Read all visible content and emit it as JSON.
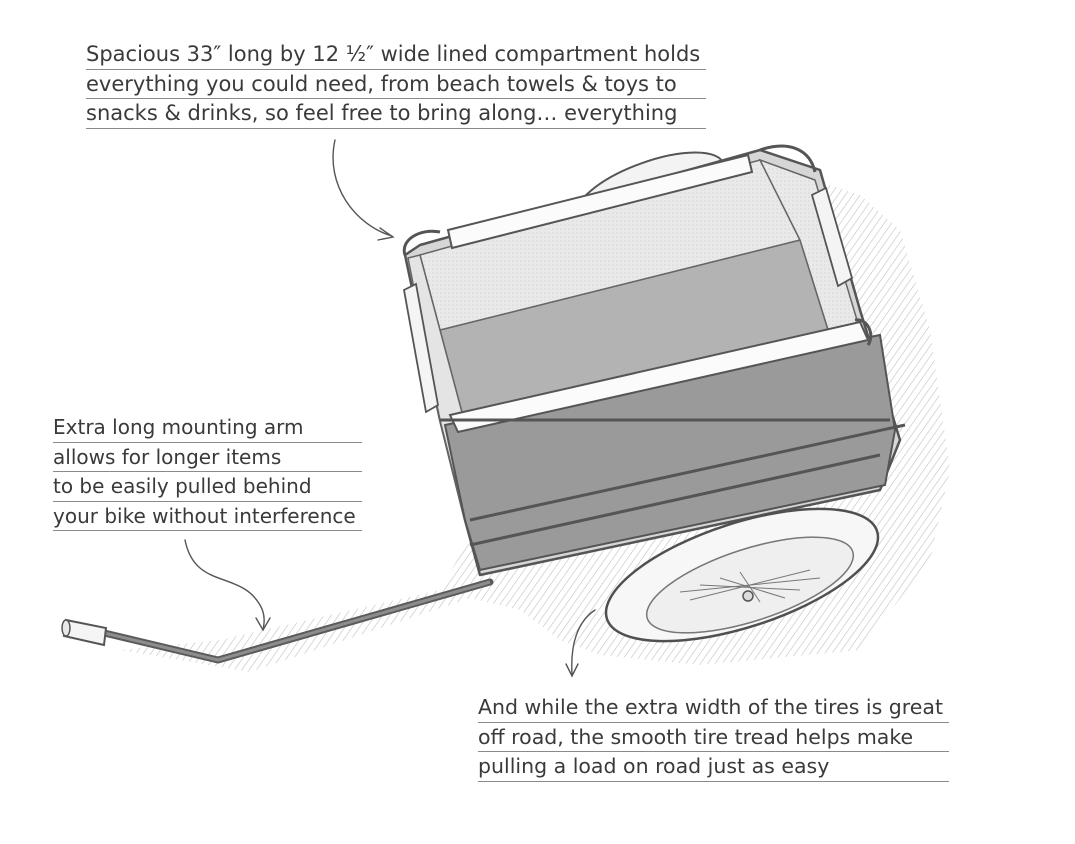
{
  "annotations": {
    "compartment": [
      "Spacious 33″ long by 12 ½″ wide lined compartment holds",
      "everything you could need, from beach towels & toys to",
      "snacks & drinks, so feel free to bring along… everything"
    ],
    "arm": [
      "Extra long mounting arm",
      "allows for  longer items",
      "to be easily pulled behind",
      "your bike without interference"
    ],
    "tires": [
      "And while the extra width of the tires is great",
      "off road, the smooth tire tread helps make",
      "pulling a load on road just as easy"
    ]
  }
}
